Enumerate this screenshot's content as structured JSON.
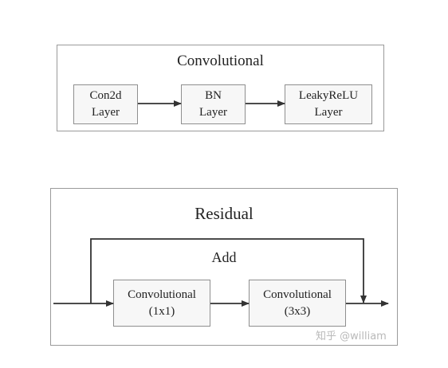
{
  "convolutional": {
    "title": "Convolutional",
    "con2d": {
      "line1": "Con2d",
      "line2": "Layer"
    },
    "bn": {
      "line1": "BN",
      "line2": "Layer"
    },
    "leaky": {
      "line1": "LeakyReLU",
      "line2": "Layer"
    }
  },
  "residual": {
    "title": "Residual",
    "add_label": "Add",
    "conv1": {
      "line1": "Convolutional",
      "line2": "(1x1)"
    },
    "conv3": {
      "line1": "Convolutional",
      "line2": "(3x3)"
    }
  },
  "watermark": "知乎 @william",
  "colors": {
    "stroke": "#333333",
    "frame_border": "#9a9a9a",
    "box_fill": "#f7f7f7"
  }
}
